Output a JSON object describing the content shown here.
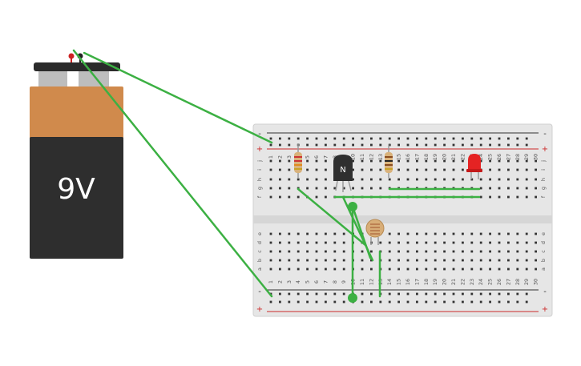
{
  "battery": {
    "label": "9V",
    "colors": {
      "cap": "#d08a4c",
      "body": "#2e2e2e",
      "terminal_top": "#2b2b2b",
      "terminal": "#bdbdbd",
      "label": "#ffffff"
    }
  },
  "breadboard": {
    "columns": 30,
    "row_letters_top": [
      "j",
      "i",
      "h",
      "g",
      "f"
    ],
    "row_letters_bottom": [
      "e",
      "d",
      "c",
      "b",
      "a"
    ],
    "rail_plus": "+",
    "rail_minus": "-",
    "colors": {
      "board": "#e6e6e6",
      "hole": "#333333",
      "rail_red": "#cc2b2b",
      "rail_dark": "#333333",
      "label": "#555555"
    }
  },
  "transistor": {
    "label": "N",
    "color": "#2f2f2f"
  },
  "led": {
    "color": "#e52323"
  },
  "wire_color": "#3cb043",
  "probe_colors": {
    "positive": "#cc2222",
    "negative": "#222222"
  }
}
